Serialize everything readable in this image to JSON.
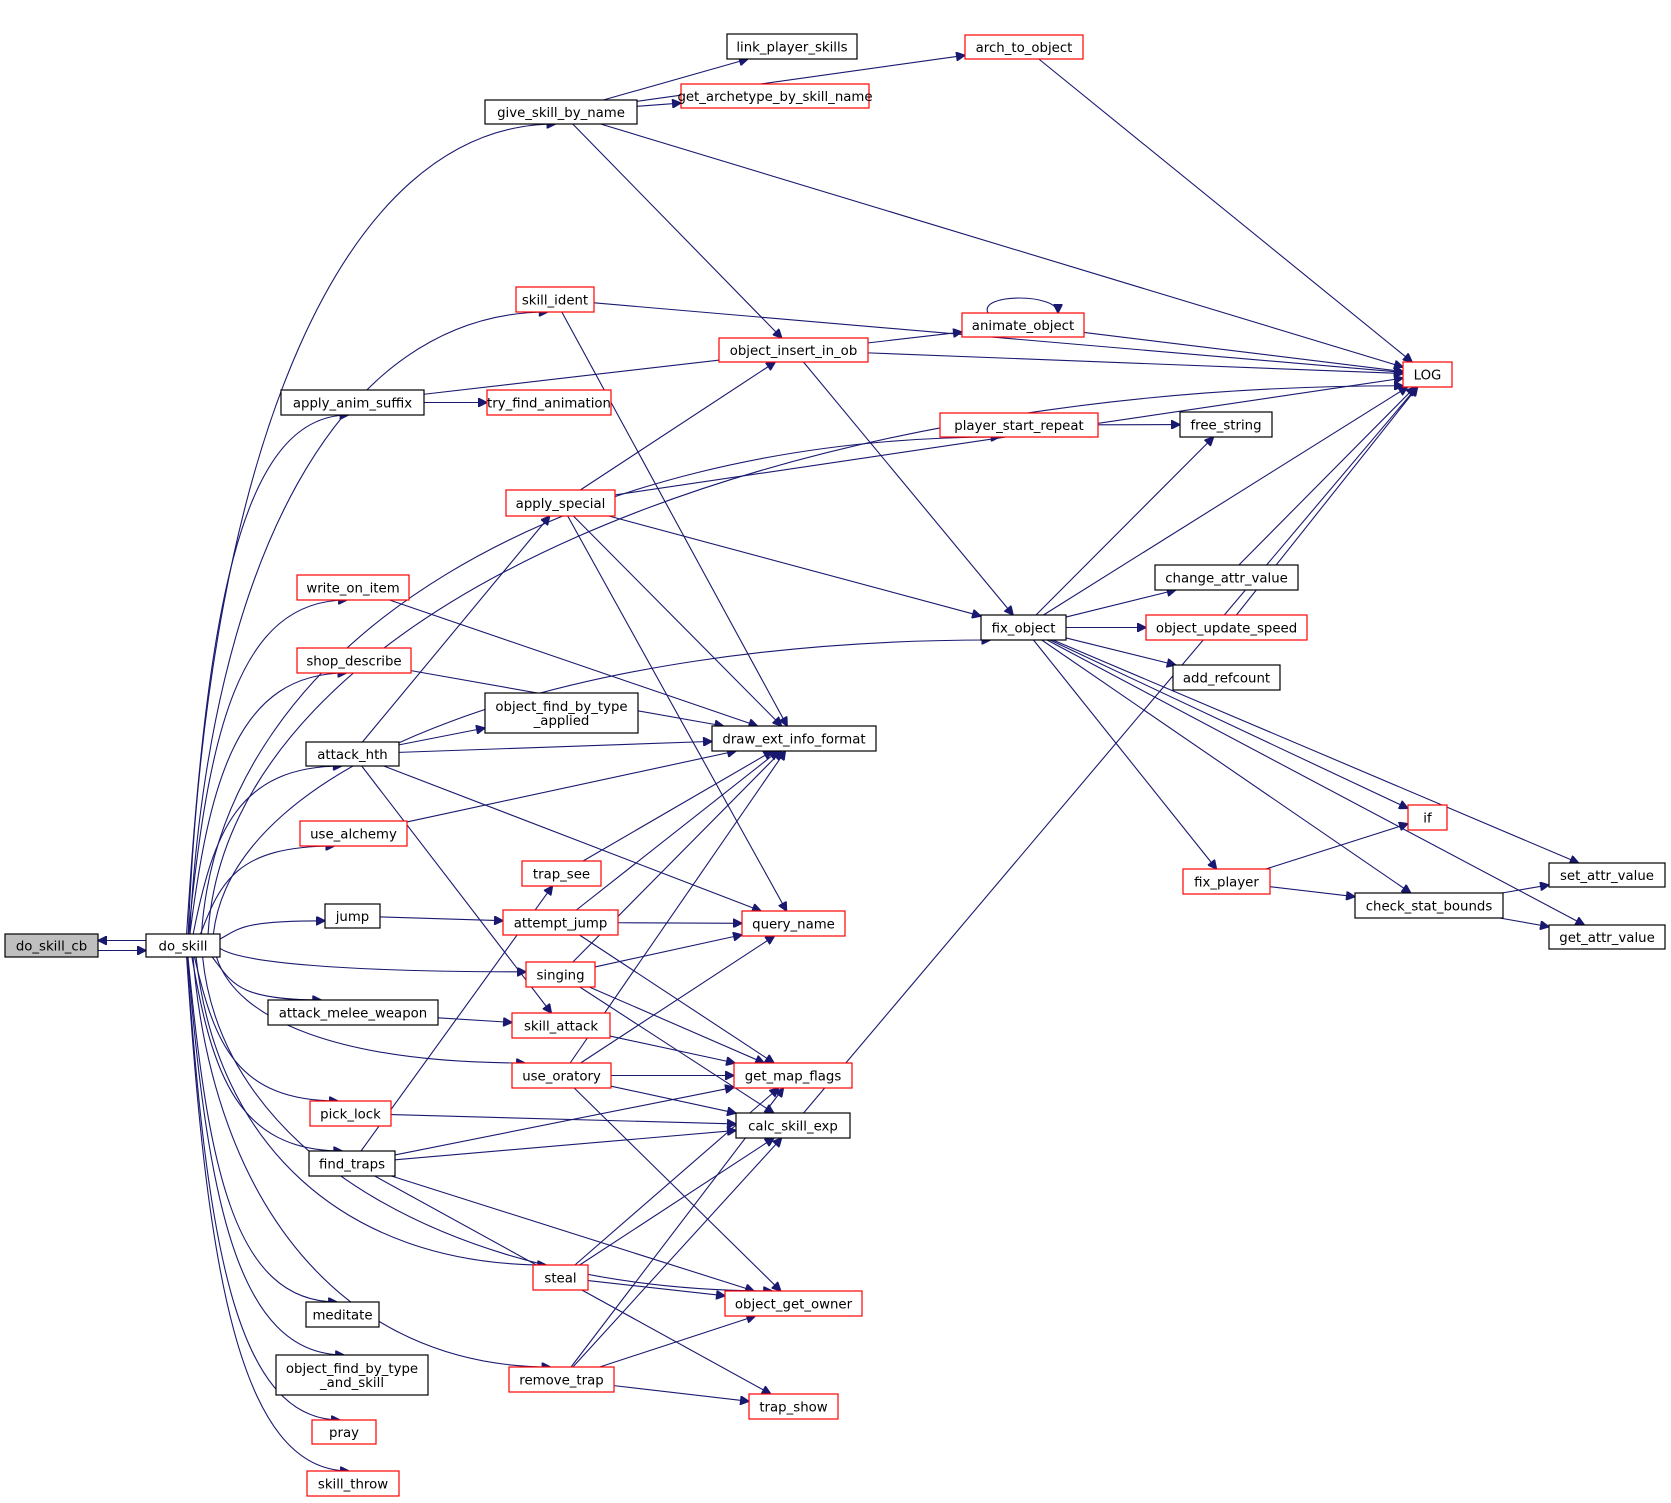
{
  "diagram": {
    "type": "call-graph",
    "root": "do_skill_cb",
    "colors": {
      "edge": "#191970",
      "node_border_default": "#000000",
      "node_border_incomplete": "#ff0000",
      "root_fill": "#bfbfbf"
    },
    "nodes": [
      {
        "id": "do_skill_cb",
        "label": "do_skill_cb",
        "style": "gray"
      },
      {
        "id": "do_skill",
        "label": "do_skill",
        "style": "black"
      },
      {
        "id": "give_skill_by_name",
        "label": "give_skill_by_name",
        "style": "black"
      },
      {
        "id": "link_player_skills",
        "label": "link_player_skills",
        "style": "black"
      },
      {
        "id": "arch_to_object",
        "label": "arch_to_object",
        "style": "red"
      },
      {
        "id": "get_archetype_by_skill_name",
        "label": "get_archetype_by_skill_name",
        "style": "red"
      },
      {
        "id": "LOG",
        "label": "LOG",
        "style": "red"
      },
      {
        "id": "skill_ident",
        "label": "skill_ident",
        "style": "red"
      },
      {
        "id": "animate_object",
        "label": "animate_object",
        "style": "red"
      },
      {
        "id": "object_insert_in_ob",
        "label": "object_insert_in_ob",
        "style": "red"
      },
      {
        "id": "apply_anim_suffix",
        "label": "apply_anim_suffix",
        "style": "black"
      },
      {
        "id": "try_find_animation",
        "label": "try_find_animation",
        "style": "red"
      },
      {
        "id": "player_start_repeat",
        "label": "player_start_repeat",
        "style": "red"
      },
      {
        "id": "free_string",
        "label": "free_string",
        "style": "black"
      },
      {
        "id": "apply_special",
        "label": "apply_special",
        "style": "red"
      },
      {
        "id": "write_on_item",
        "label": "write_on_item",
        "style": "red"
      },
      {
        "id": "change_attr_value",
        "label": "change_attr_value",
        "style": "black"
      },
      {
        "id": "fix_object",
        "label": "fix_object",
        "style": "black"
      },
      {
        "id": "object_update_speed",
        "label": "object_update_speed",
        "style": "red"
      },
      {
        "id": "shop_describe",
        "label": "shop_describe",
        "style": "red"
      },
      {
        "id": "add_refcount",
        "label": "add_refcount",
        "style": "black"
      },
      {
        "id": "object_find_by_type_applied",
        "label": "object_find_by_type\n_applied",
        "style": "black"
      },
      {
        "id": "attack_hth",
        "label": "attack_hth",
        "style": "black"
      },
      {
        "id": "draw_ext_info_format",
        "label": "draw_ext_info_format",
        "style": "black"
      },
      {
        "id": "use_alchemy",
        "label": "use_alchemy",
        "style": "red"
      },
      {
        "id": "if",
        "label": "if",
        "style": "red"
      },
      {
        "id": "trap_see",
        "label": "trap_see",
        "style": "red"
      },
      {
        "id": "fix_player",
        "label": "fix_player",
        "style": "red"
      },
      {
        "id": "set_attr_value",
        "label": "set_attr_value",
        "style": "black"
      },
      {
        "id": "jump",
        "label": "jump",
        "style": "black"
      },
      {
        "id": "check_stat_bounds",
        "label": "check_stat_bounds",
        "style": "black"
      },
      {
        "id": "attempt_jump",
        "label": "attempt_jump",
        "style": "red"
      },
      {
        "id": "query_name",
        "label": "query_name",
        "style": "red"
      },
      {
        "id": "get_attr_value",
        "label": "get_attr_value",
        "style": "black"
      },
      {
        "id": "singing",
        "label": "singing",
        "style": "red"
      },
      {
        "id": "attack_melee_weapon",
        "label": "attack_melee_weapon",
        "style": "black"
      },
      {
        "id": "skill_attack",
        "label": "skill_attack",
        "style": "red"
      },
      {
        "id": "use_oratory",
        "label": "use_oratory",
        "style": "red"
      },
      {
        "id": "get_map_flags",
        "label": "get_map_flags",
        "style": "red"
      },
      {
        "id": "pick_lock",
        "label": "pick_lock",
        "style": "red"
      },
      {
        "id": "calc_skill_exp",
        "label": "calc_skill_exp",
        "style": "black"
      },
      {
        "id": "find_traps",
        "label": "find_traps",
        "style": "black"
      },
      {
        "id": "steal",
        "label": "steal",
        "style": "red"
      },
      {
        "id": "object_get_owner",
        "label": "object_get_owner",
        "style": "red"
      },
      {
        "id": "meditate",
        "label": "meditate",
        "style": "black"
      },
      {
        "id": "object_find_by_type_and_skill",
        "label": "object_find_by_type\n_and_skill",
        "style": "black"
      },
      {
        "id": "remove_trap",
        "label": "remove_trap",
        "style": "red"
      },
      {
        "id": "trap_show",
        "label": "trap_show",
        "style": "red"
      },
      {
        "id": "pray",
        "label": "pray",
        "style": "red"
      },
      {
        "id": "skill_throw",
        "label": "skill_throw",
        "style": "red"
      }
    ],
    "edges": [
      [
        "do_skill_cb",
        "do_skill"
      ],
      [
        "do_skill",
        "do_skill_cb"
      ],
      [
        "do_skill",
        "give_skill_by_name"
      ],
      [
        "do_skill",
        "LOG"
      ],
      [
        "do_skill",
        "player_start_repeat"
      ],
      [
        "do_skill",
        "skill_ident"
      ],
      [
        "do_skill",
        "apply_anim_suffix"
      ],
      [
        "do_skill",
        "fix_object"
      ],
      [
        "do_skill",
        "write_on_item"
      ],
      [
        "do_skill",
        "shop_describe"
      ],
      [
        "do_skill",
        "attack_hth"
      ],
      [
        "do_skill",
        "use_alchemy"
      ],
      [
        "do_skill",
        "jump"
      ],
      [
        "do_skill",
        "singing"
      ],
      [
        "do_skill",
        "attack_melee_weapon"
      ],
      [
        "do_skill",
        "use_oratory"
      ],
      [
        "do_skill",
        "pick_lock"
      ],
      [
        "do_skill",
        "find_traps"
      ],
      [
        "do_skill",
        "steal"
      ],
      [
        "do_skill",
        "object_get_owner"
      ],
      [
        "do_skill",
        "remove_trap"
      ],
      [
        "do_skill",
        "meditate"
      ],
      [
        "do_skill",
        "object_find_by_type_and_skill"
      ],
      [
        "do_skill",
        "pray"
      ],
      [
        "do_skill",
        "skill_throw"
      ],
      [
        "give_skill_by_name",
        "arch_to_object"
      ],
      [
        "give_skill_by_name",
        "link_player_skills"
      ],
      [
        "give_skill_by_name",
        "get_archetype_by_skill_name"
      ],
      [
        "give_skill_by_name",
        "LOG"
      ],
      [
        "give_skill_by_name",
        "object_insert_in_ob"
      ],
      [
        "arch_to_object",
        "LOG"
      ],
      [
        "skill_ident",
        "LOG"
      ],
      [
        "skill_ident",
        "draw_ext_info_format"
      ],
      [
        "animate_object",
        "animate_object"
      ],
      [
        "animate_object",
        "LOG"
      ],
      [
        "object_insert_in_ob",
        "LOG"
      ],
      [
        "object_insert_in_ob",
        "fix_object"
      ],
      [
        "apply_anim_suffix",
        "animate_object"
      ],
      [
        "apply_anim_suffix",
        "try_find_animation"
      ],
      [
        "player_start_repeat",
        "free_string"
      ],
      [
        "apply_special",
        "object_insert_in_ob"
      ],
      [
        "apply_special",
        "LOG"
      ],
      [
        "apply_special",
        "fix_object"
      ],
      [
        "apply_special",
        "draw_ext_info_format"
      ],
      [
        "apply_special",
        "query_name"
      ],
      [
        "write_on_item",
        "draw_ext_info_format"
      ],
      [
        "shop_describe",
        "draw_ext_info_format"
      ],
      [
        "fix_object",
        "free_string"
      ],
      [
        "fix_object",
        "LOG"
      ],
      [
        "fix_object",
        "change_attr_value"
      ],
      [
        "fix_object",
        "object_update_speed"
      ],
      [
        "fix_object",
        "add_refcount"
      ],
      [
        "fix_object",
        "set_attr_value"
      ],
      [
        "fix_object",
        "if"
      ],
      [
        "fix_object",
        "fix_player"
      ],
      [
        "fix_object",
        "check_stat_bounds"
      ],
      [
        "fix_object",
        "get_attr_value"
      ],
      [
        "change_attr_value",
        "LOG"
      ],
      [
        "object_update_speed",
        "LOG"
      ],
      [
        "attack_hth",
        "apply_special"
      ],
      [
        "attack_hth",
        "draw_ext_info_format"
      ],
      [
        "attack_hth",
        "object_find_by_type_applied"
      ],
      [
        "attack_hth",
        "query_name"
      ],
      [
        "attack_hth",
        "skill_attack"
      ],
      [
        "use_alchemy",
        "draw_ext_info_format"
      ],
      [
        "trap_see",
        "draw_ext_info_format"
      ],
      [
        "fix_player",
        "if"
      ],
      [
        "fix_player",
        "check_stat_bounds"
      ],
      [
        "check_stat_bounds",
        "set_attr_value"
      ],
      [
        "check_stat_bounds",
        "get_attr_value"
      ],
      [
        "jump",
        "attempt_jump"
      ],
      [
        "attempt_jump",
        "draw_ext_info_format"
      ],
      [
        "attempt_jump",
        "query_name"
      ],
      [
        "attempt_jump",
        "get_map_flags"
      ],
      [
        "singing",
        "query_name"
      ],
      [
        "singing",
        "draw_ext_info_format"
      ],
      [
        "singing",
        "get_map_flags"
      ],
      [
        "singing",
        "calc_skill_exp"
      ],
      [
        "attack_melee_weapon",
        "skill_attack"
      ],
      [
        "skill_attack",
        "get_map_flags"
      ],
      [
        "use_oratory",
        "draw_ext_info_format"
      ],
      [
        "use_oratory",
        "query_name"
      ],
      [
        "use_oratory",
        "get_map_flags"
      ],
      [
        "use_oratory",
        "calc_skill_exp"
      ],
      [
        "use_oratory",
        "object_get_owner"
      ],
      [
        "pick_lock",
        "calc_skill_exp"
      ],
      [
        "calc_skill_exp",
        "LOG"
      ],
      [
        "find_traps",
        "trap_see"
      ],
      [
        "find_traps",
        "get_map_flags"
      ],
      [
        "find_traps",
        "calc_skill_exp"
      ],
      [
        "find_traps",
        "object_get_owner"
      ],
      [
        "find_traps",
        "trap_show"
      ],
      [
        "steal",
        "get_map_flags"
      ],
      [
        "steal",
        "calc_skill_exp"
      ],
      [
        "steal",
        "object_get_owner"
      ],
      [
        "remove_trap",
        "get_map_flags"
      ],
      [
        "remove_trap",
        "calc_skill_exp"
      ],
      [
        "remove_trap",
        "object_get_owner"
      ],
      [
        "remove_trap",
        "trap_show"
      ]
    ]
  }
}
